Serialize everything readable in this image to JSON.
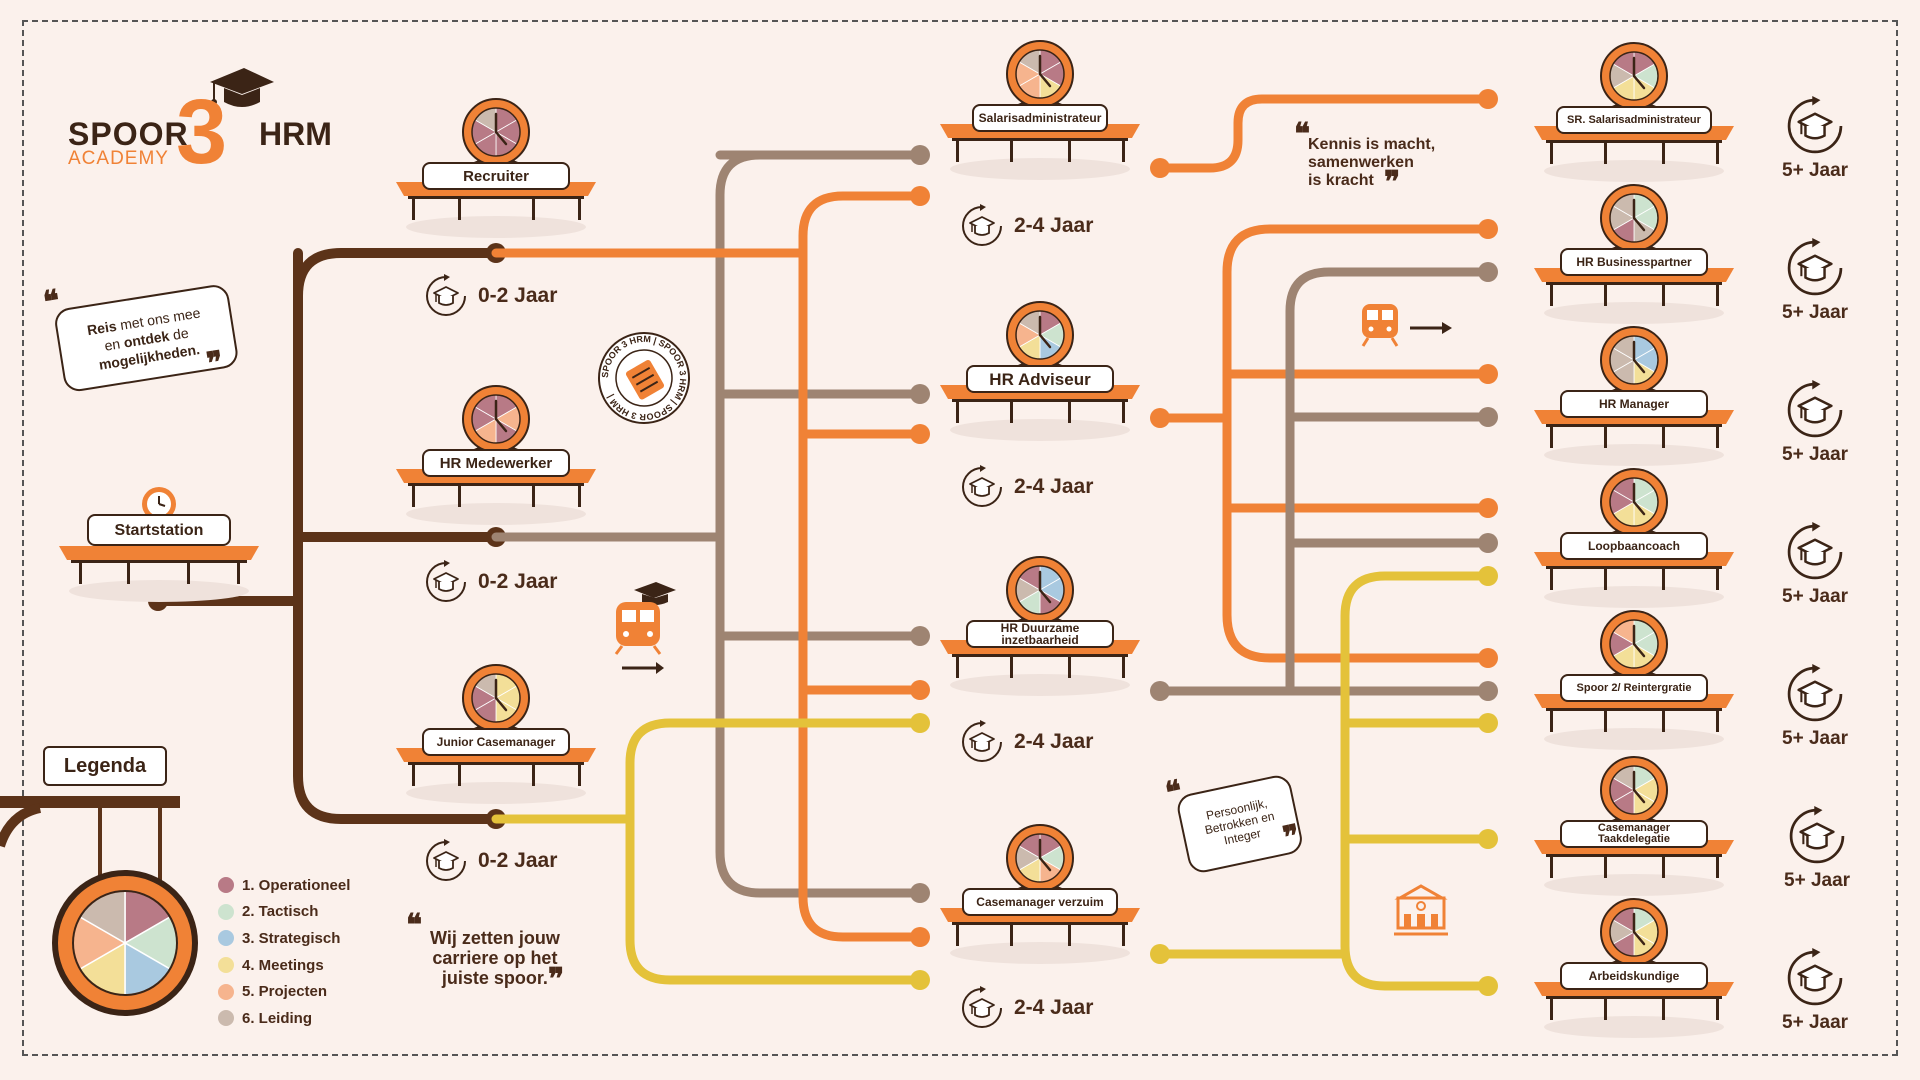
{
  "brand": {
    "word1": "SPOOR",
    "numeral": "3",
    "word2": "HRM",
    "subtitle": "ACADEMY"
  },
  "start": {
    "label": "Startstation"
  },
  "level1": [
    {
      "label": "Recruiter",
      "duration": "0-2 Jaar"
    },
    {
      "label": "HR Medewerker",
      "duration": "0-2 Jaar"
    },
    {
      "label": "Junior Casemanager",
      "duration": "0-2 Jaar"
    }
  ],
  "level2": [
    {
      "label": "Salarisadministrateur",
      "duration": "2-4 Jaar"
    },
    {
      "label": "HR Adviseur",
      "duration": "2-4 Jaar"
    },
    {
      "label": "HR Duurzame inzetbaarheid",
      "duration": "2-4 Jaar"
    },
    {
      "label": "Casemanager verzuim",
      "duration": "2-4 Jaar"
    }
  ],
  "level3": [
    {
      "label": "SR. Salarisadministrateur",
      "duration": "5+ Jaar"
    },
    {
      "label": "HR Businesspartner",
      "duration": "5+ Jaar"
    },
    {
      "label": "HR Manager",
      "duration": "5+ Jaar"
    },
    {
      "label": "Loopbaancoach",
      "duration": "5+ Jaar"
    },
    {
      "label": "Spoor 2/ Reintergratie",
      "duration": "5+ Jaar"
    },
    {
      "label": "Casemanager Taakdelegatie",
      "duration": "5+ Jaar"
    },
    {
      "label": "Arbeidskundige",
      "duration": "5+ Jaar"
    }
  ],
  "quotes": {
    "travel_1": "Reis",
    "travel_2": "met ons mee",
    "travel_3": "en",
    "travel_4": "ontdek",
    "travel_5": "de",
    "travel_6": "mogelijkheden.",
    "knowledge_1": "Kennis is macht,",
    "knowledge_2": "samenwerken",
    "knowledge_3": "is kracht",
    "values_1": "Persoonlijk,",
    "values_2": "Betrokken en",
    "values_3": "Integer",
    "career_1": "Wij zetten jouw",
    "career_2": "carriere op het",
    "career_3": "juiste spoor."
  },
  "stamp_text": "SPOOR 3 HRM | SPOOR 3 HRM | SPOOR 3 HRM |",
  "legend": {
    "title": "Legenda",
    "items": [
      {
        "label": "1. Operationeel",
        "color": "#b87a86"
      },
      {
        "label": "2. Tactisch",
        "color": "#cde3cf"
      },
      {
        "label": "3. Strategisch",
        "color": "#a9c9e0"
      },
      {
        "label": "4. Meetings",
        "color": "#f3df98"
      },
      {
        "label": "5. Projecten",
        "color": "#f6b48e"
      },
      {
        "label": "6. Leiding",
        "color": "#cbbaae"
      }
    ]
  },
  "colors": {
    "dark_line": "#5c3319",
    "orange_line": "#f08236",
    "taupe_line": "#9e8472",
    "yellow_line": "#e4c23a",
    "background": "#fbf1ec"
  }
}
